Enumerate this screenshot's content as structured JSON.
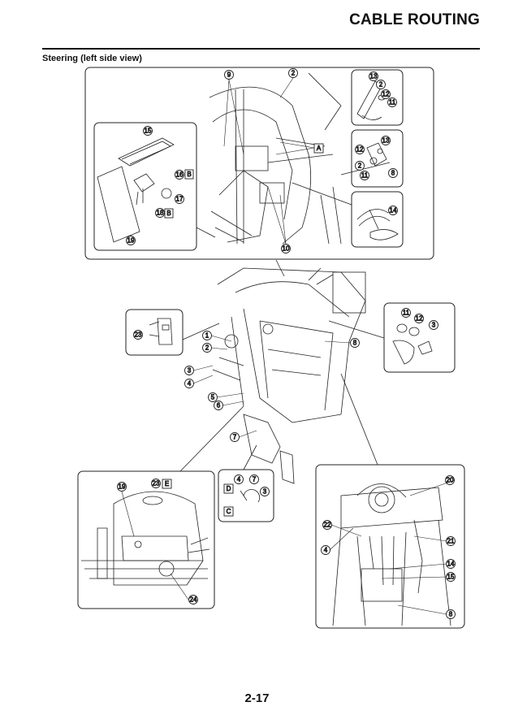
{
  "header": {
    "title": "CABLE ROUTING"
  },
  "section": {
    "title": "Steering (left side view)"
  },
  "footer": {
    "page_number": "2-17"
  },
  "figure": {
    "callouts": {
      "c1": "1",
      "c2": "2",
      "c3": "3",
      "c4": "4",
      "c5": "5",
      "c6": "6",
      "c7": "7",
      "c8": "8",
      "c9": "9",
      "c10": "10",
      "c11": "11",
      "c12": "12",
      "c13": "13",
      "c14": "14",
      "c15": "15",
      "c16": "16",
      "c17": "17",
      "c18": "18",
      "c19": "19",
      "c20": "20",
      "c21": "21",
      "c22": "22",
      "c23": "23",
      "c24": "24"
    },
    "letters": {
      "A": "A",
      "B": "B",
      "C": "C",
      "D": "D",
      "E": "E"
    }
  }
}
